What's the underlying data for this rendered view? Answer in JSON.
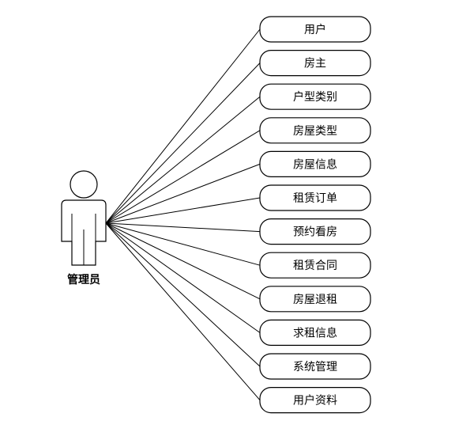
{
  "actor": {
    "label": "管理员"
  },
  "use_cases": [
    "用户",
    "房主",
    "户型类别",
    "房屋类型",
    "房屋信息",
    "租赁订单",
    "预约看房",
    "租赁合同",
    "房屋退租",
    "求租信息",
    "系统管理",
    "用户资料"
  ]
}
